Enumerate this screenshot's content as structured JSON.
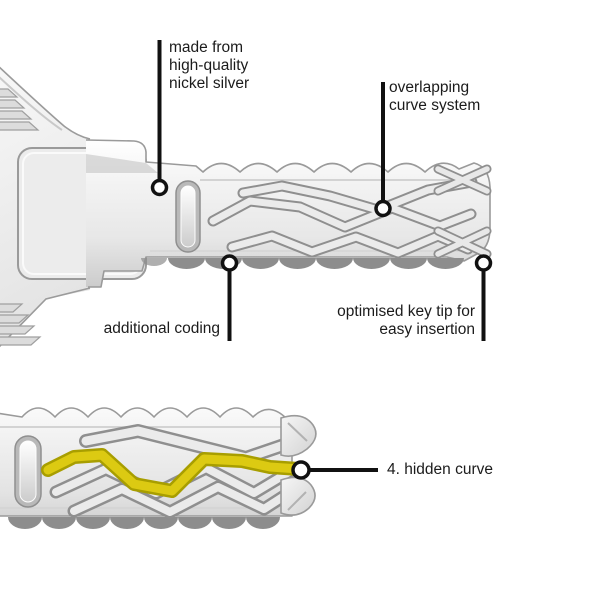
{
  "diagram": {
    "background": "#ffffff",
    "colors": {
      "metal_light": "#f7f7f7",
      "metal_shadow": "#8d8d8d",
      "edge_gray": "#9a9a9a",
      "hidden_curve_yellow": "#dcca12",
      "hidden_curve_yellow_dark": "#a89e00",
      "callout_black": "#111111",
      "label_text": "#1b1b1b"
    },
    "callouts": [
      {
        "id": "nickel-silver",
        "label": "made from\nhigh-quality\nnickel silver"
      },
      {
        "id": "overlapping-curve-system",
        "label": "overlapping\ncurve system"
      },
      {
        "id": "additional-coding",
        "label": "additional coding"
      },
      {
        "id": "optimised-key-tip",
        "label": "optimised key tip for\neasy insertion"
      },
      {
        "id": "hidden-curve",
        "label": "4. hidden curve"
      }
    ]
  }
}
